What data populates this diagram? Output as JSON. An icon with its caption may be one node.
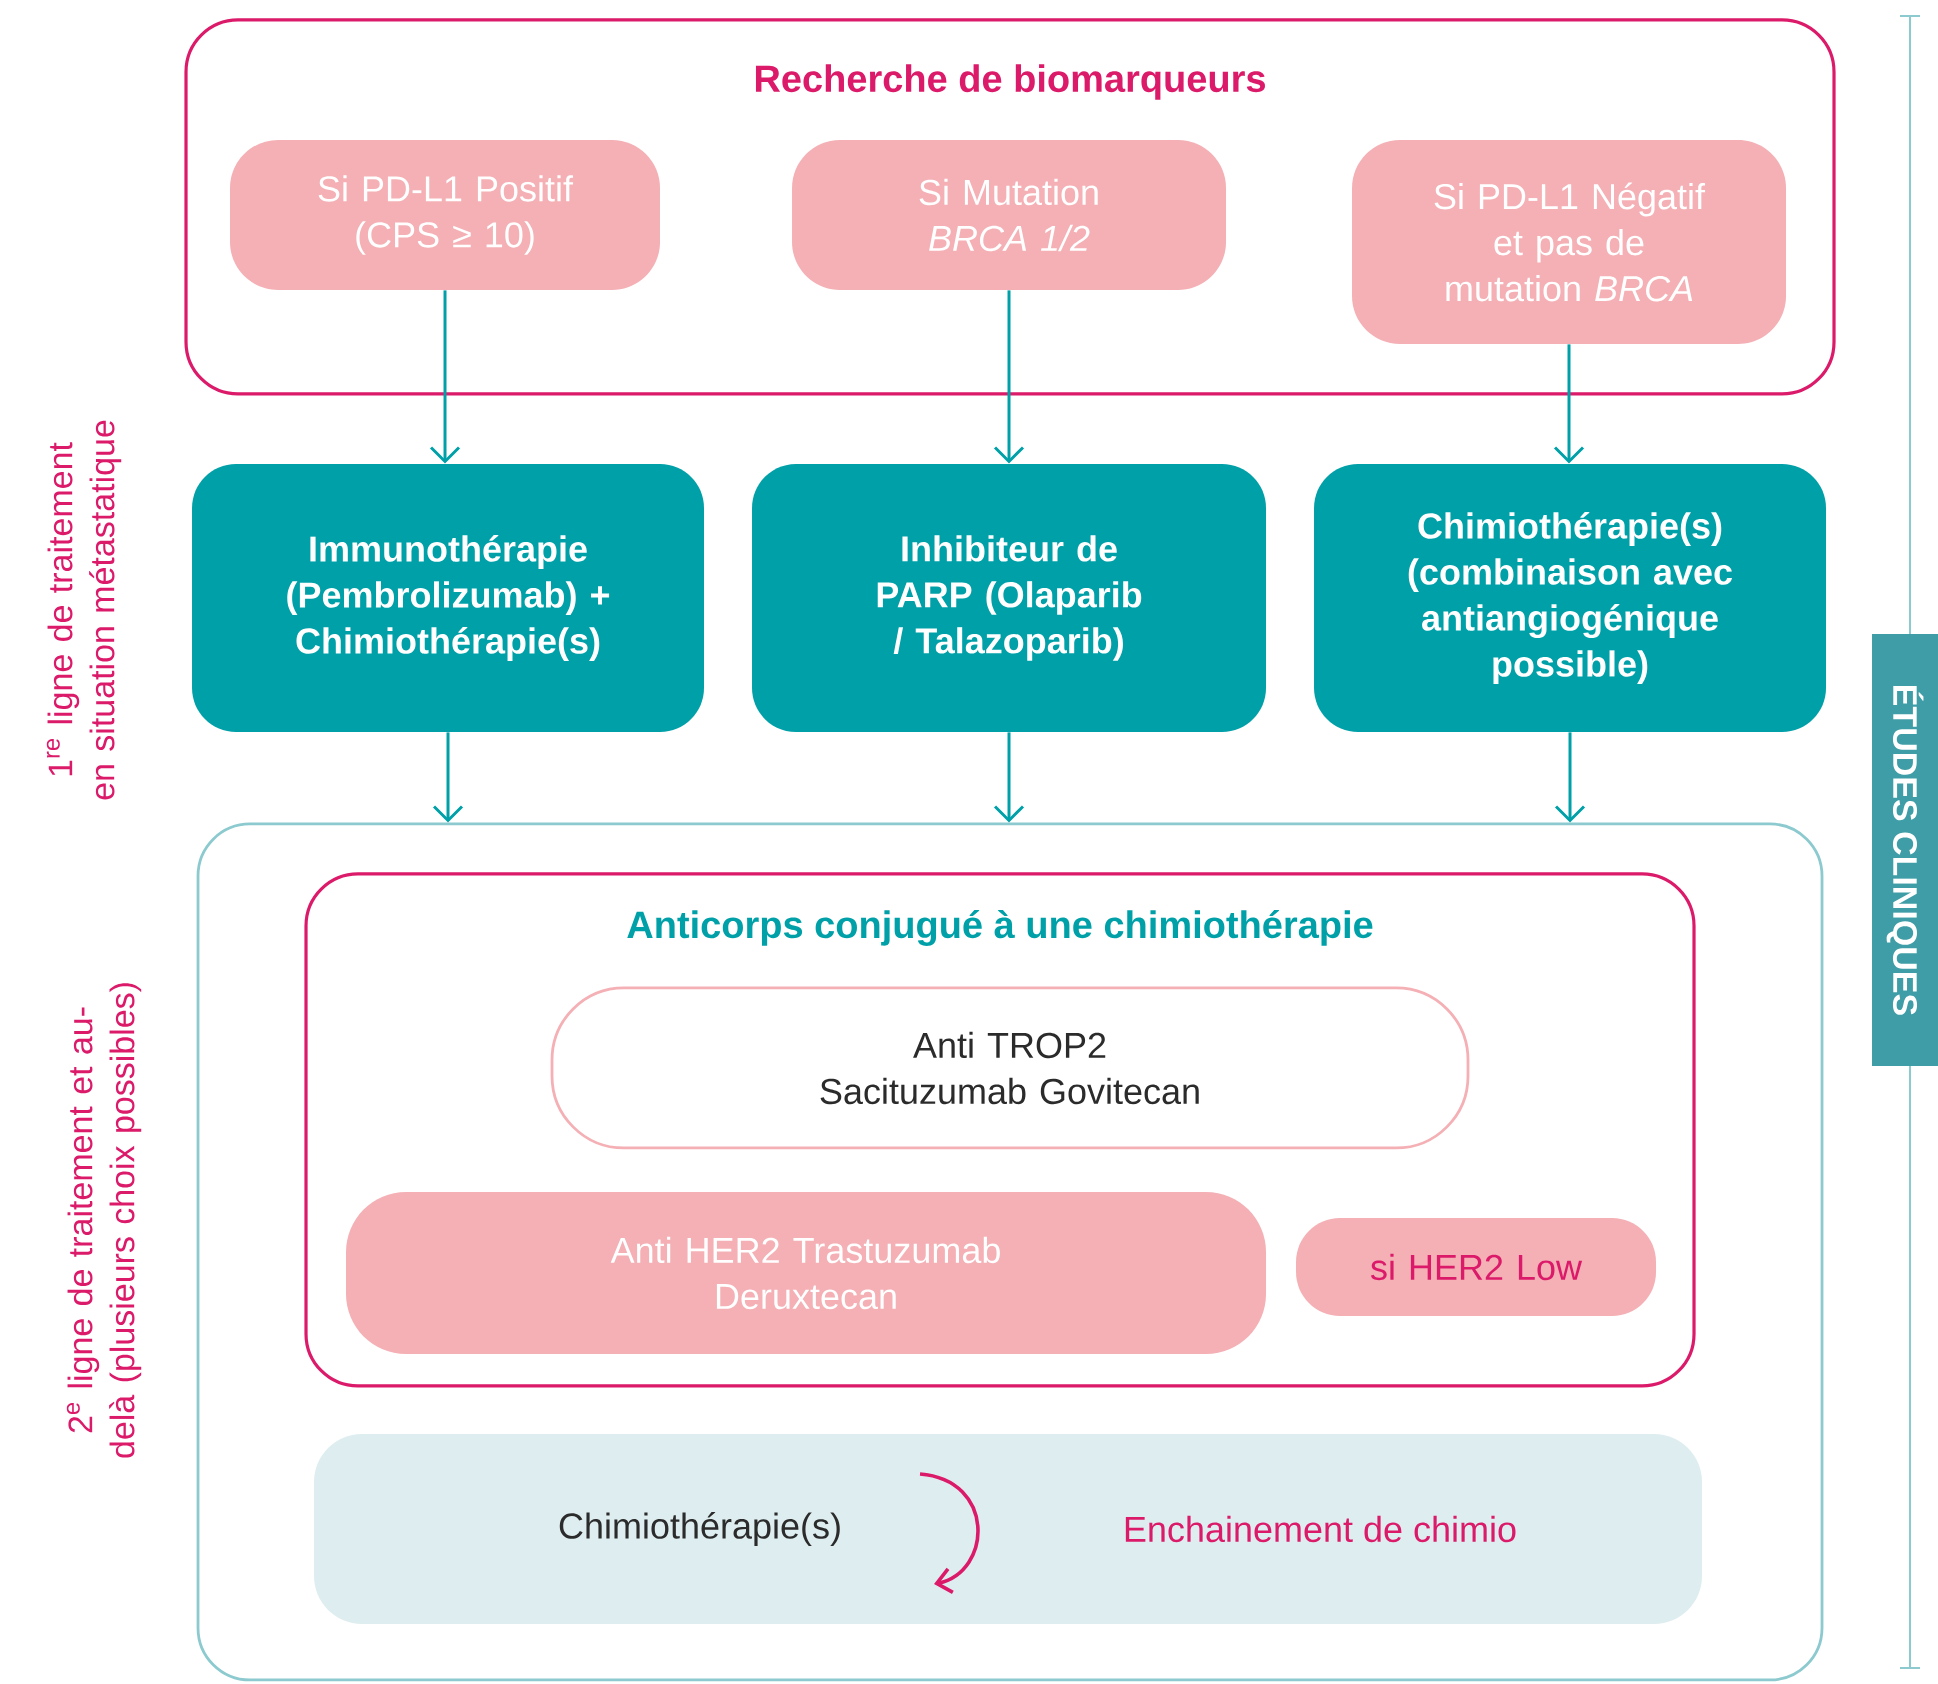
{
  "diagram": {
    "nodes": [
      {
        "text": [
          "Recherche de biomarqueurs"
        ]
      },
      {
        "text": [
          "Si PD-L1 Positif (CPS ≥ 10)"
        ],
        "in": 0
      },
      {
        "text": [
          "Si Mutation *BRCA 1/2*"
        ],
        "in": 0
      },
      {
        "text": [
          "Si PD-L1 Négatif et pas de mutation *BRCA*"
        ],
        "in": 0
      },
      {
        "text": [
          "Immunothérapie (Pembrolizumab) + Chimiothérapie(s)"
        ]
      },
      {
        "text": [
          "Inhibiteur de PARP (Olaparib / Talazoparib)"
        ]
      },
      {
        "text": [
          "Chimiothérapie(s) (combinaison avec antiangiogénique possible)"
        ]
      },
      {
        "text": [],
        "shape": "box"
      },
      {
        "text": [
          "Anticorps conjugué à une chimiothérapie"
        ],
        "in": 7
      },
      {
        "text": [
          "Anti TROP2 Sacituzumab Govitecan"
        ],
        "in": 8
      },
      {
        "text": [
          "Anti HER2 Trastuzumab Deruxtecan"
        ],
        "in": 8
      },
      {
        "text": [
          "si HER2 Low"
        ],
        "in": 8
      },
      {
        "text": [
          "Chimiothérapie(s)",
          "Enchainement de chimio"
        ],
        "in": 7
      },
      {
        "text": [
          "ÉTUDES CLINIQUES"
        ]
      }
    ],
    "edges": [
      {
        "from": 1,
        "to": 4,
        "arrow": "to"
      },
      {
        "from": 2,
        "to": 5,
        "arrow": "to"
      },
      {
        "from": 3,
        "to": 6,
        "arrow": "to"
      },
      {
        "from": 4,
        "to": 7,
        "arrow": "to"
      },
      {
        "from": 5,
        "to": 7,
        "arrow": "to"
      },
      {
        "from": 6,
        "to": 7,
        "arrow": "to"
      }
    ],
    "labels": [
      "1$^{re}$ ligne de traitement en situation métastatique",
      "2$^{e}$ ligne de traitement et au-delà (plusieurs choix possibles)"
    ]
  }
}
